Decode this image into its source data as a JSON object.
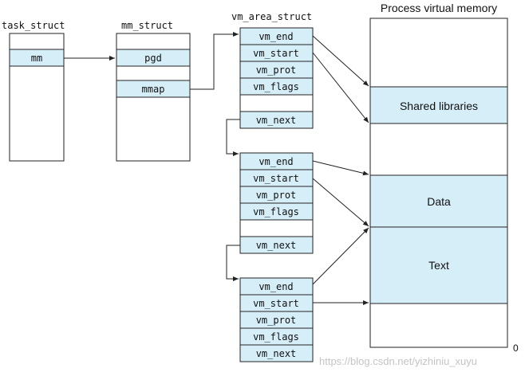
{
  "labels": {
    "task_struct": "task_struct",
    "mm_struct": "mm_struct",
    "vm_area_struct": "vm_area_struct",
    "process_vm": "Process virtual memory"
  },
  "task_struct": {
    "mm": "mm"
  },
  "mm_struct": {
    "pgd": "pgd",
    "mmap": "mmap"
  },
  "vm_area_fields": {
    "vm_end": "vm_end",
    "vm_start": "vm_start",
    "vm_prot": "vm_prot",
    "vm_flags": "vm_flags",
    "vm_next": "vm_next"
  },
  "memory_regions": {
    "shared_libraries": "Shared libraries",
    "data": "Data",
    "text": "Text"
  },
  "address_zero": "0",
  "watermark": "https://blog.csdn.net/yizhiniu_xuyu",
  "colors": {
    "cell_fill": "#d6eef8",
    "stroke": "#222222"
  }
}
